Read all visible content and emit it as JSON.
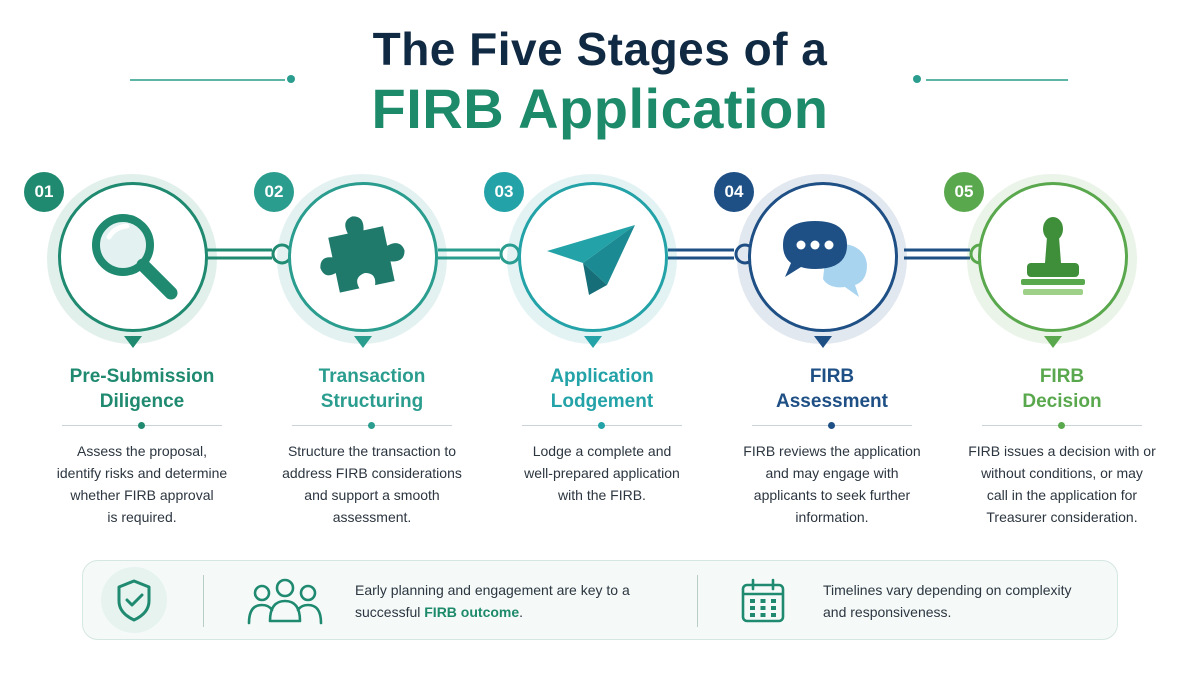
{
  "title": {
    "line1": "The Five Stages of a",
    "line2": "FIRB Application"
  },
  "colors": {
    "stage1": "#1f8a70",
    "stage2": "#2a9d8f",
    "stage3": "#23a3a8",
    "stage4": "#1e4f85",
    "stage5": "#5aa84d",
    "title_dark": "#102a43",
    "title_green": "#1d8a6a"
  },
  "stages": [
    {
      "number": "01",
      "icon": "magnifying-glass-icon",
      "title_line1": "Pre-Submission",
      "title_line2": "Diligence",
      "desc": [
        "Assess the proposal,",
        "identify risks and determine",
        "whether FIRB approval",
        "is required."
      ]
    },
    {
      "number": "02",
      "icon": "puzzle-piece-icon",
      "title_line1": "Transaction",
      "title_line2": "Structuring",
      "desc": [
        "Structure the transaction to",
        "address FIRB considerations",
        "and support a smooth",
        "assessment."
      ]
    },
    {
      "number": "03",
      "icon": "paper-plane-icon",
      "title_line1": "Application",
      "title_line2": "Lodgement",
      "desc": [
        "Lodge a complete and",
        "well-prepared application",
        "with the FIRB."
      ]
    },
    {
      "number": "04",
      "icon": "chat-bubbles-icon",
      "title_line1": "FIRB",
      "title_line2": "Assessment",
      "desc": [
        "FIRB reviews the application",
        "and may engage with",
        "applicants to seek further",
        "information."
      ]
    },
    {
      "number": "05",
      "icon": "stamp-icon",
      "title_line1": "FIRB",
      "title_line2": "Decision",
      "desc": [
        "FIRB issues a decision with or",
        "without conditions, or may",
        "call in the application for",
        "Treasurer consideration."
      ]
    }
  ],
  "footer": {
    "shield_icon": "shield-check-icon",
    "people_icon": "people-group-icon",
    "calendar_icon": "calendar-icon",
    "note1_line1": "Early planning and engagement are key to a",
    "note1_line2_prefix": "successful",
    "note1_highlight": "FIRB outcome",
    "note1_line2_suffix": ".",
    "note2_line1": "Timelines vary depending on complexity",
    "note2_line2": "and responsiveness."
  }
}
